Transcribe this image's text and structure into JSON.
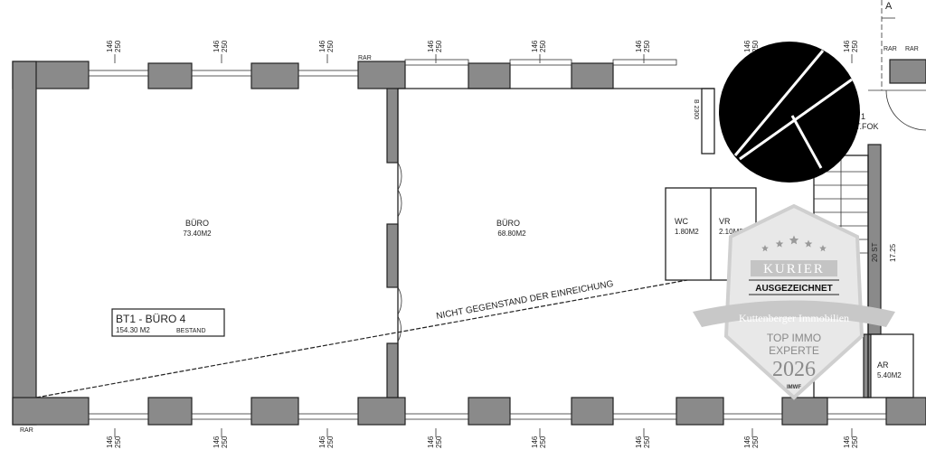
{
  "plan": {
    "dimension_label": [
      "146",
      "250"
    ],
    "rooms": [
      {
        "name": "BÜRO",
        "area": "73.40M2"
      },
      {
        "name": "BÜRO",
        "area": "68.80M2"
      },
      {
        "name": "WC",
        "area": "1.80M2"
      },
      {
        "name": "VR",
        "area": "2.10M2"
      },
      {
        "name": "AR",
        "area": "5.40M2"
      }
    ],
    "unit_box": {
      "title": "BT1 - BÜRO 4",
      "area": "154.30 M2",
      "status": "BESTAND"
    },
    "note": "NICHT GEGENSTAND DER EINREICHUNG",
    "section_marker": "A",
    "rar_label": "RAR",
    "height_label": "B 2300",
    "partial_label": "1",
    "partial_label2": "T.FOK",
    "stair_label": "20 ST",
    "stair_label2": "17.25"
  },
  "badge": {
    "publisher": "KURIER",
    "awarded": "AUSGEZEICHNET",
    "company": "Kuttenberger Immobilien",
    "line1": "TOP IMMO",
    "line2": "EXPERTE",
    "year": "2026",
    "source": "IMWF",
    "stars": 5
  },
  "logo": {
    "shape": "black-circle-with-white-lines"
  }
}
